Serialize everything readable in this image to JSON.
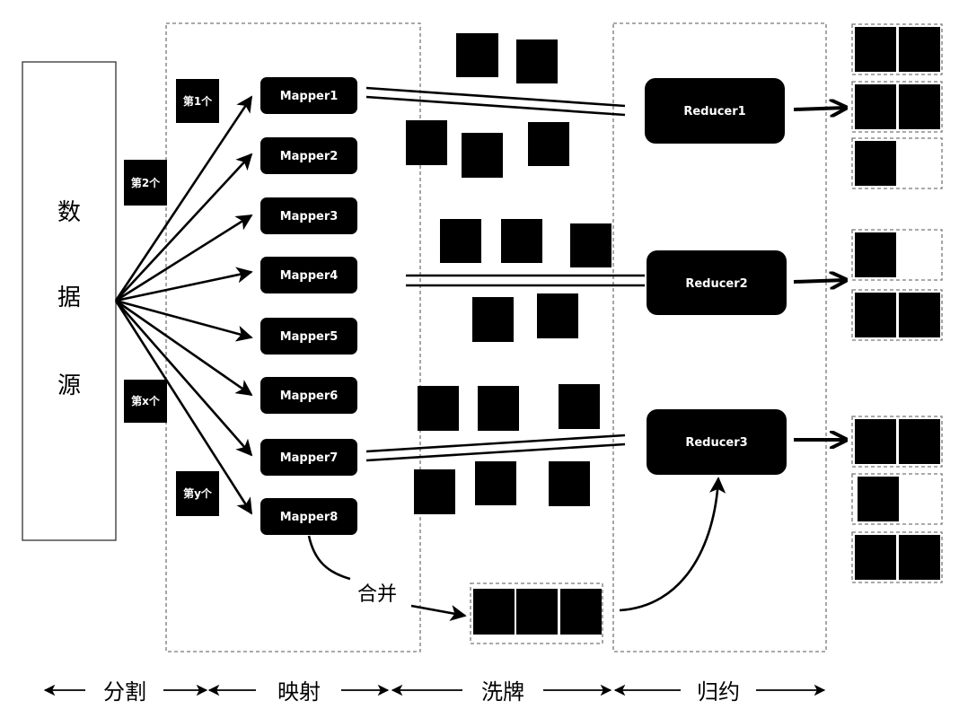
{
  "source_chars": [
    "数",
    "据",
    "源"
  ],
  "split_labels": [
    "第1个",
    "第2个",
    "第x个",
    "第y个"
  ],
  "mappers": [
    "Mapper1",
    "Mapper2",
    "Mapper3",
    "Mapper4",
    "Mapper5",
    "Mapper6",
    "Mapper7",
    "Mapper8"
  ],
  "reducers": [
    "Reducer1",
    "Reducer2",
    "Reducer3"
  ],
  "merge_label": "合并",
  "stages": [
    "分割",
    "映射",
    "洗牌",
    "归约"
  ],
  "colors": {
    "block": "#000000",
    "box_text": "#ffffff",
    "dashed_border": "#777777"
  }
}
